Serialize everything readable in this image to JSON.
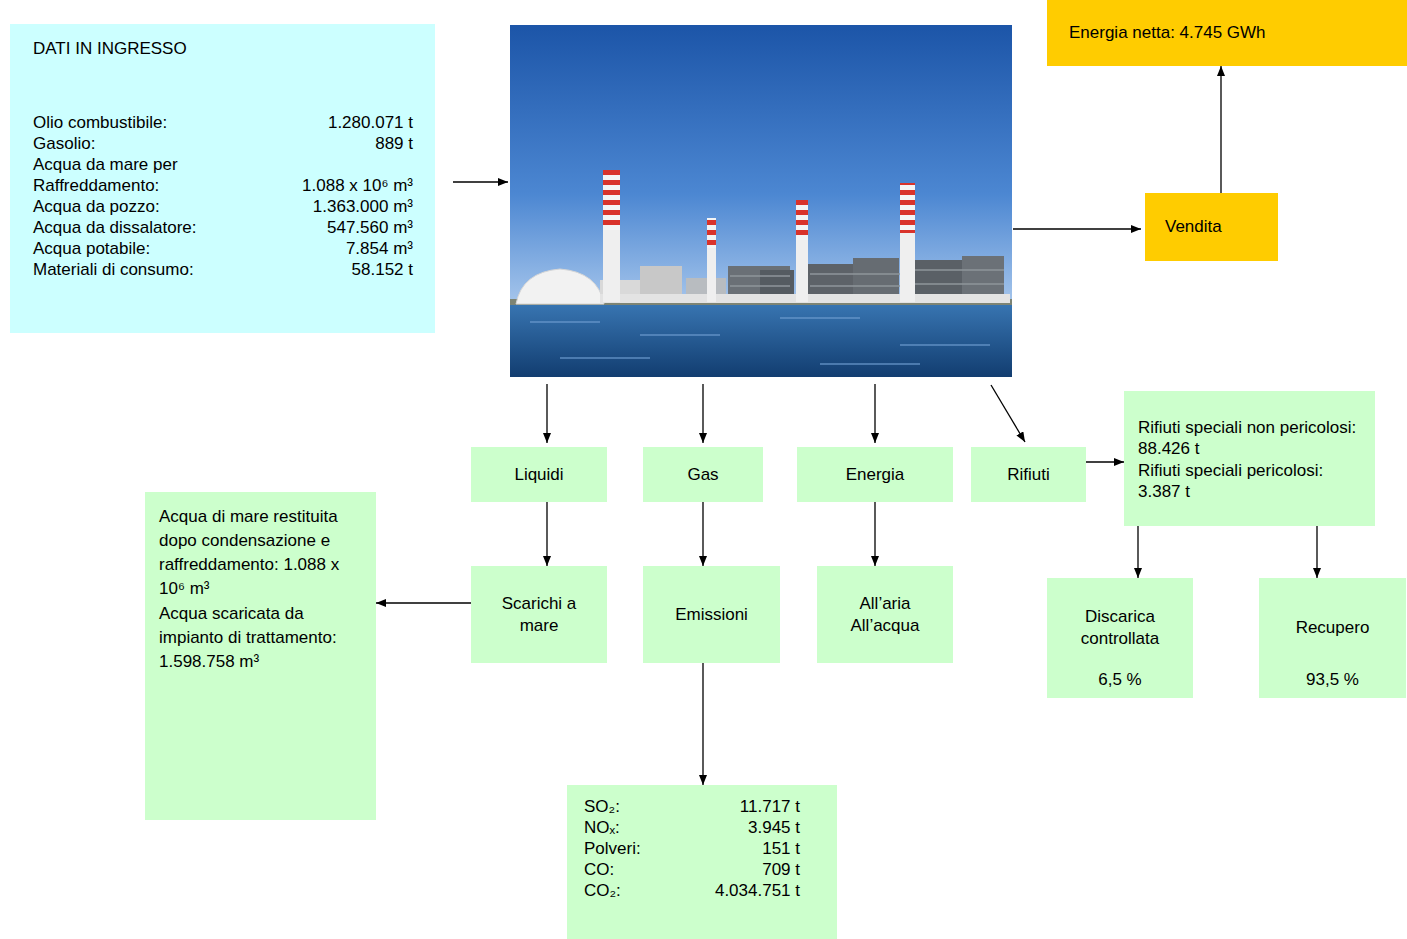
{
  "diagram": {
    "nodes": [
      {
        "text": [
          "DATI IN INGRESSO",
          "Olio combustibile:",
          "1.280.071 t",
          "Gasolio:",
          "889 t",
          "Acqua da mare per Raffreddamento:",
          "1.088 x 10⁶ m³",
          "Acqua da pozzo:",
          "1.363.000 m³",
          "Acqua da dissalatore:",
          "547.560 m³",
          "Acqua potabile:",
          "7.854 m³",
          "Materiali di consumo:",
          "58.152 t"
        ]
      },
      {
        "text": [
          "Energia netta: 4.745 GWh"
        ]
      },
      {
        "text": [
          "Vendita"
        ]
      },
      {
        "text": [
          "Liquidi"
        ]
      },
      {
        "text": [
          "Gas"
        ]
      },
      {
        "text": [
          "Energia"
        ]
      },
      {
        "text": [
          "Rifiuti"
        ]
      },
      {
        "text": [
          "Rifiuti speciali non pericolosi: 88.426 t",
          "Rifiuti speciali pericolosi: 3.387 t"
        ]
      },
      {
        "text": [
          "Acqua di mare restituita dopo condensazione e raffreddamento: 1.088 x 10⁶ m³",
          "Acqua scaricata da impianto di trattamento: 1.598.758 m³"
        ]
      },
      {
        "text": [
          "Scarichi a mare"
        ]
      },
      {
        "text": [
          "Emissioni"
        ]
      },
      {
        "text": [
          "All’aria All’acqua"
        ]
      },
      {
        "text": [
          "Discarica controllata",
          "6,5 %"
        ]
      },
      {
        "text": [
          "Recupero",
          "93,5 %"
        ]
      },
      {
        "text": [
          "SO₂:",
          "11.717 t",
          "NOₓ:",
          "3.945 t",
          "Polveri:",
          "151 t",
          "CO:",
          "709 t",
          "CO₂:",
          "4.034.751 t"
        ]
      }
    ],
    "edges": [
      {
        "from": 2,
        "to": 1,
        "arrow": "to"
      },
      {
        "from": 3,
        "to": 9,
        "arrow": "to"
      },
      {
        "from": 4,
        "to": 10,
        "arrow": "to"
      },
      {
        "from": 5,
        "to": 11,
        "arrow": "to"
      },
      {
        "from": 6,
        "to": 7,
        "arrow": "to"
      },
      {
        "from": 9,
        "to": 8,
        "arrow": "to"
      },
      {
        "from": 10,
        "to": 14,
        "arrow": "to"
      },
      {
        "from": 7,
        "to": 12,
        "arrow": "to"
      },
      {
        "from": 7,
        "to": 13,
        "arrow": "to"
      }
    ]
  }
}
